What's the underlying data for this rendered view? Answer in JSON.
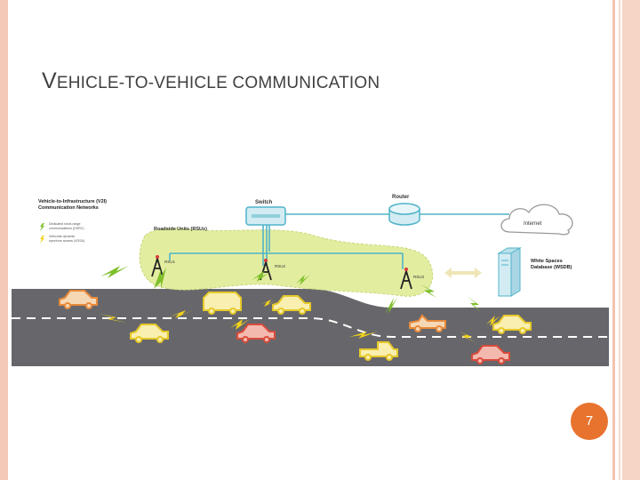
{
  "slide": {
    "title_parts": [
      "V",
      "EHICLE",
      "-",
      "TO",
      "-",
      "VEHICLE COMMUNICATION"
    ],
    "page_number": "7"
  },
  "diagram": {
    "heading_line1": "Vehicle-to-Infrastructure (V2I)",
    "heading_line2": "Communication Networks",
    "legend_1_line1": "Dedicated short-range",
    "legend_1_line2": "communications (DSRC)",
    "legend_2_line1": "Vehicular dynamic",
    "legend_2_line2": "spectrum access (VDSA)",
    "switch_label": "Switch",
    "router_label": "Router",
    "internet_label": "Internet",
    "rsu_group_label": "Roadside Units (RSUs)",
    "rsu1": "RSU1",
    "rsu2": "RSU2",
    "rsu3": "RSU3",
    "wsdb_line1": "White Spaces",
    "wsdb_line2": "Database (WSDB)",
    "colors": {
      "road": "#67676b",
      "rsu_zone": "#e3eda0",
      "link": "#4fb3c8",
      "dsrc": "#7fbf2a",
      "vdsa": "#f2d21b",
      "car_orange": "#e88a3c",
      "car_yellow": "#e6c92a",
      "car_red": "#d94b3c"
    }
  }
}
